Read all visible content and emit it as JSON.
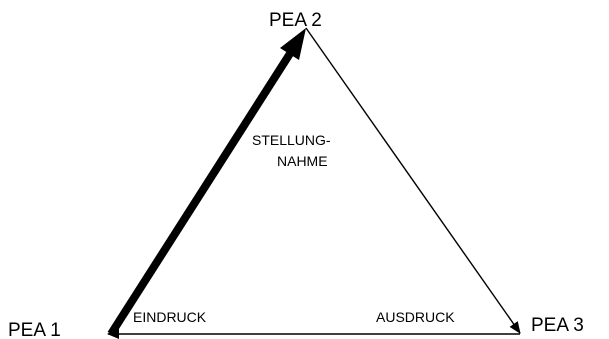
{
  "nodes": {
    "pea1": "PEA 1",
    "pea2": "PEA 2",
    "pea3": "PEA 3"
  },
  "labels": {
    "eindruck": "EINDRUCK",
    "ausdruck": "AUSDRUCK",
    "stellungnahme_line1": "STELLUNG-",
    "stellungnahme_line2": "NAHME"
  },
  "colors": {
    "stroke": "#000000",
    "background": "#ffffff"
  }
}
